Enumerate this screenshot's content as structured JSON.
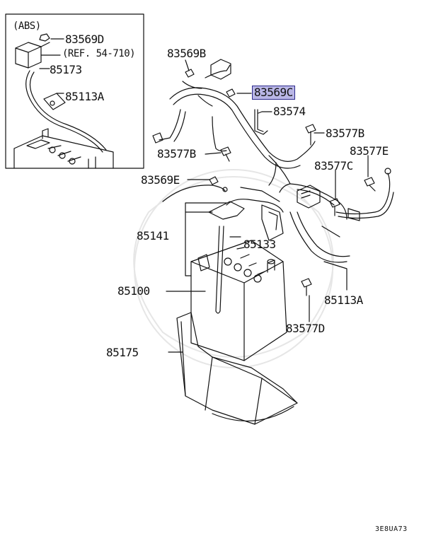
{
  "labels": {
    "abs": "(ABS)",
    "p83569D": "83569D",
    "ref": "(REF. 54-710)",
    "p85173": "85173",
    "p85113A_inset": "85113A",
    "p83569B": "83569B",
    "p83569C": "83569C",
    "p83574": "83574",
    "p83577B_right": "83577B",
    "p83577B_left": "83577B",
    "p83577E": "83577E",
    "p83577C": "83577C",
    "p83569E": "83569E",
    "p85141": "85141",
    "p85133": "85133",
    "p85100": "85100",
    "p85113A": "85113A",
    "p83577D": "83577D",
    "p85175": "85175",
    "code": "3E8UA73"
  },
  "highlight_color": "#b9b6e6"
}
